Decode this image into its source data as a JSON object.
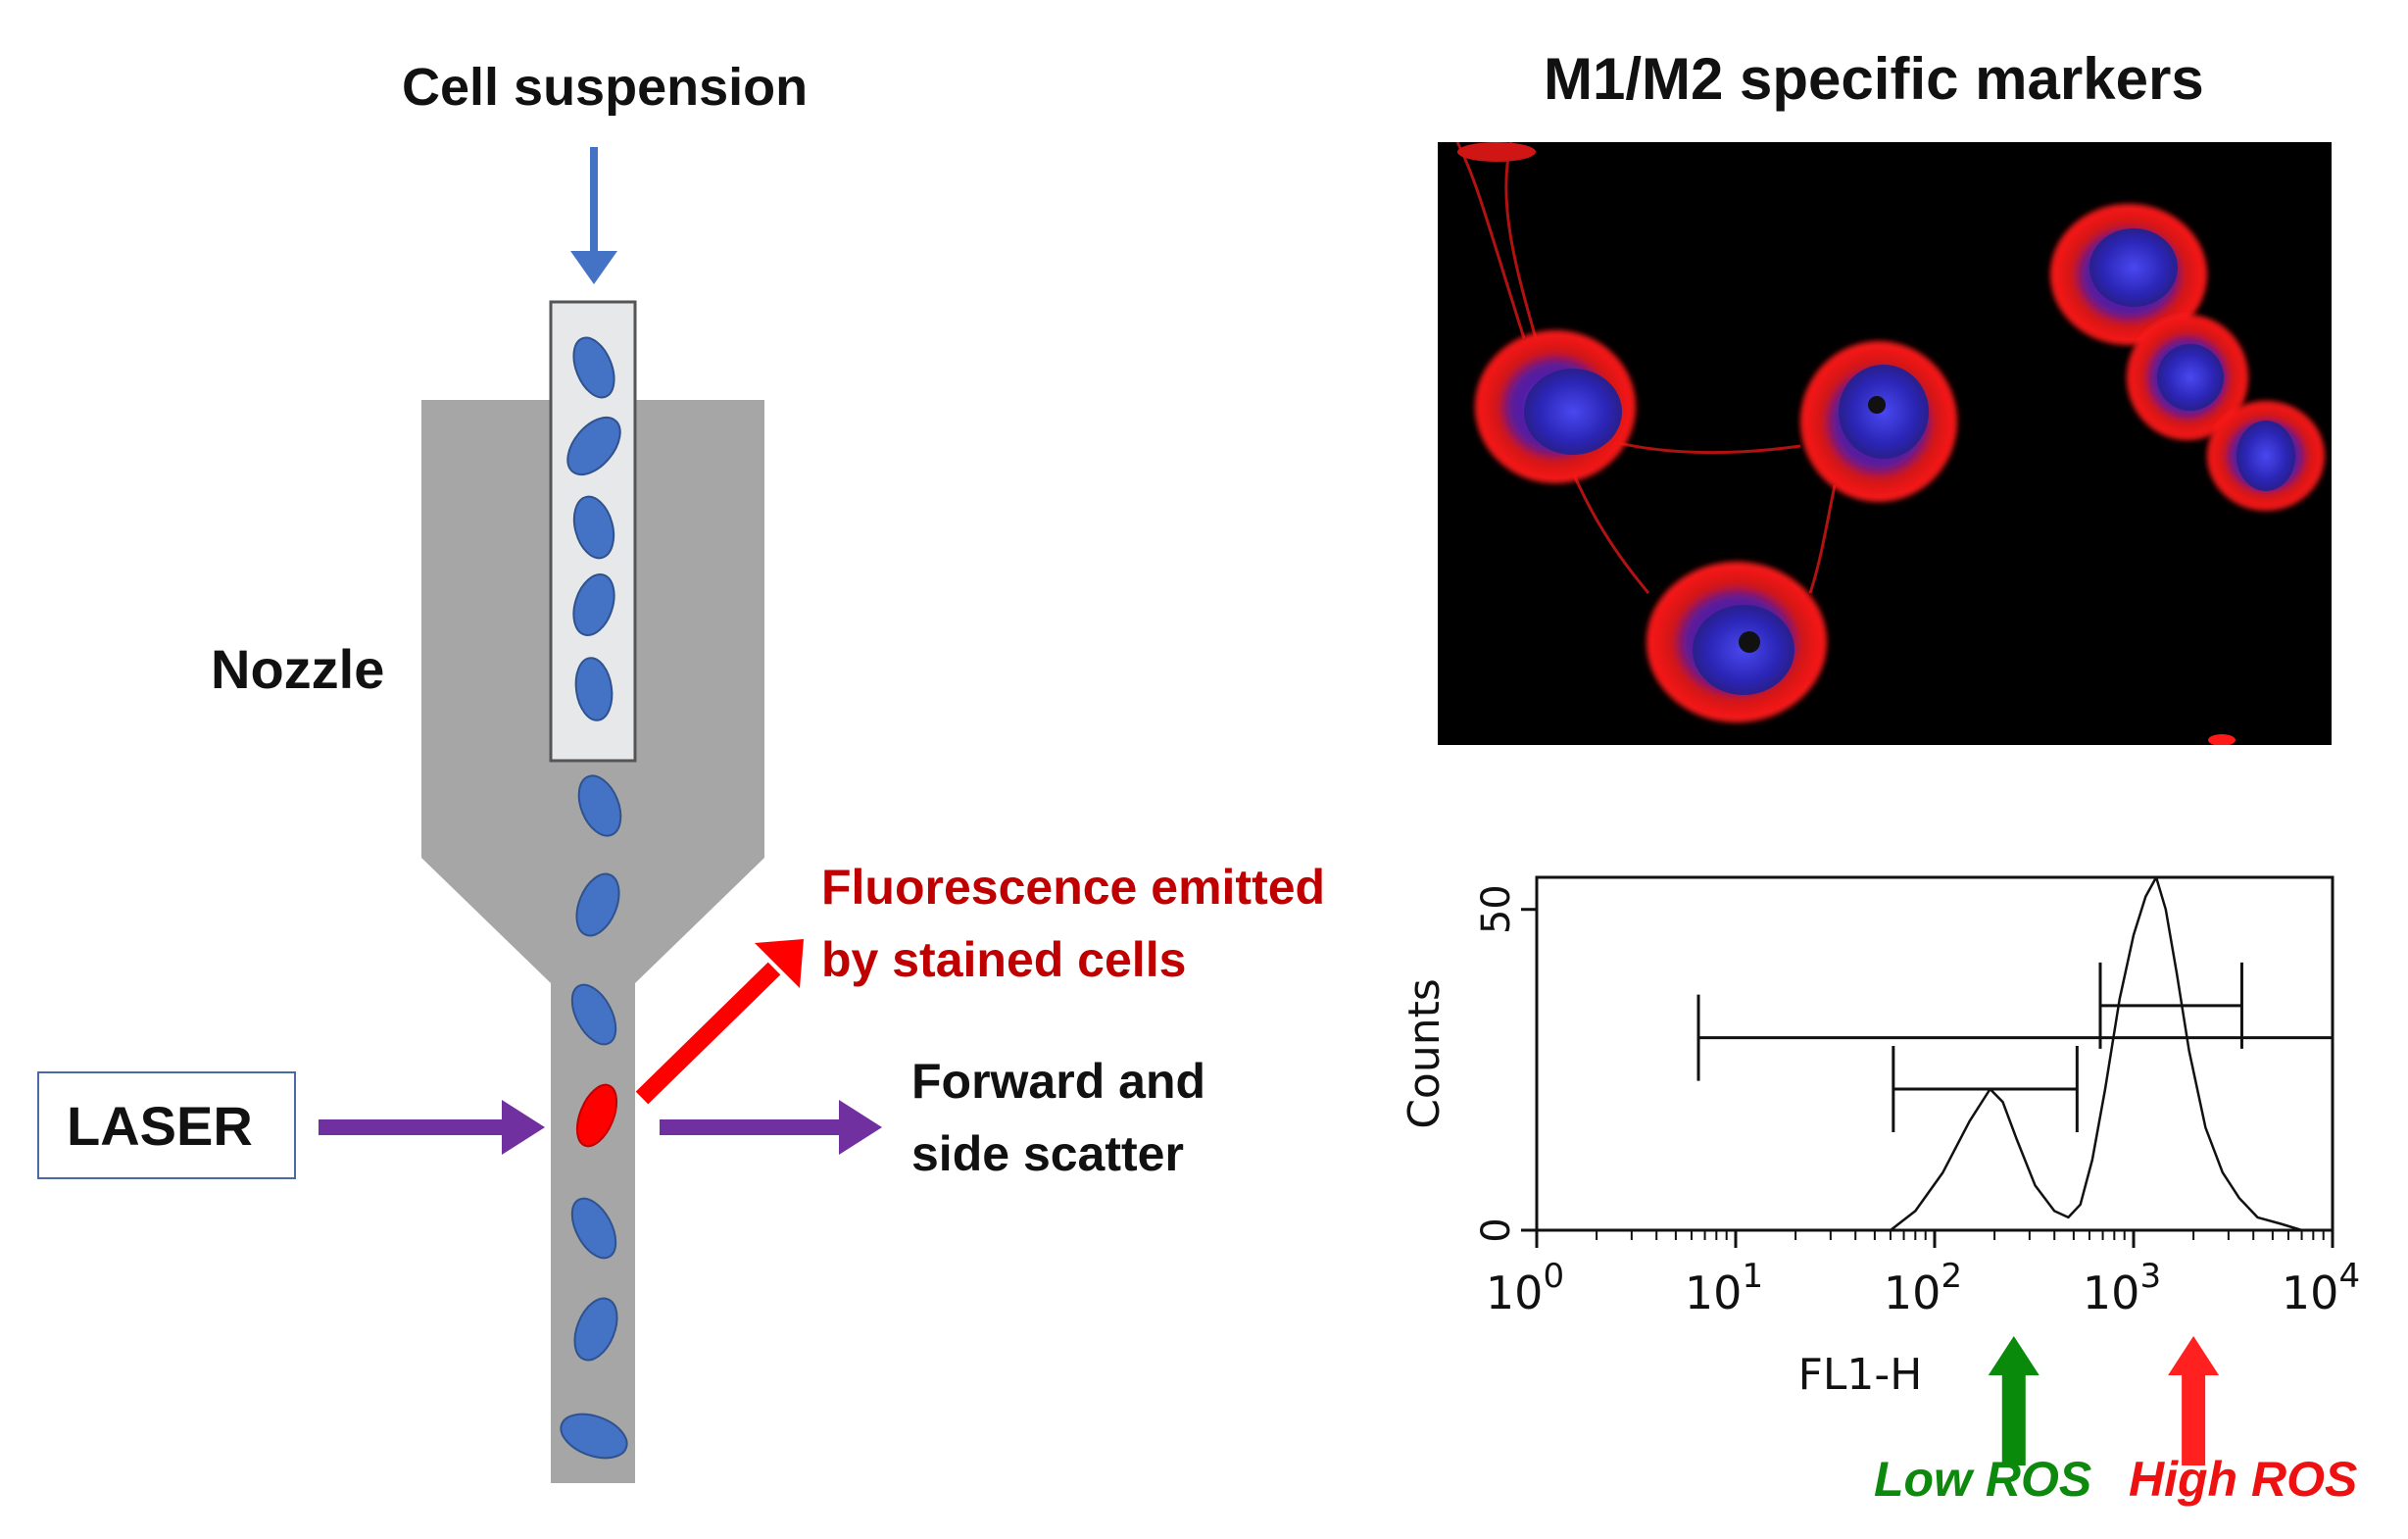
{
  "labels": {
    "cell_suspension": "Cell suspension",
    "markers_title": "M1/M2 specific markers",
    "nozzle": "Nozzle",
    "laser": "LASER",
    "fluorescence_line1": "Fluorescence emitted",
    "fluorescence_line2": "by stained cells",
    "scatter_line1": "Forward and",
    "scatter_line2": "side scatter",
    "low_ros": "Low ROS",
    "high_ros": "High ROS"
  },
  "colors": {
    "stream_gray": "#a6a6a6",
    "tube_fill": "#e6e8ea",
    "cell_blue": "#4472c4",
    "cell_red": "#ff0000",
    "laser_purple": "#7030a0",
    "fluor_arrow": "#ff0000",
    "low_arrow": "#0a8a0a",
    "high_arrow": "#ff2020",
    "micro_membrane": "#ff1a1a",
    "micro_nucleus": "#3a2fd0"
  },
  "chart_data": {
    "type": "line",
    "ylabel": "Counts",
    "xlabel": "FL1-H",
    "x_scale": "log",
    "xlim": [
      1,
      10000
    ],
    "ylim": [
      0,
      55
    ],
    "y_ticks": [
      {
        "value": 0,
        "label": "0"
      },
      {
        "value": 50,
        "label": "50"
      }
    ],
    "x_ticks": [
      {
        "value": 1,
        "base": "10",
        "exp": "0"
      },
      {
        "value": 10,
        "base": "10",
        "exp": "1"
      },
      {
        "value": 100,
        "base": "10",
        "exp": "2"
      },
      {
        "value": 1000,
        "base": "10",
        "exp": "3"
      },
      {
        "value": 10000,
        "base": "10",
        "exp": "4"
      }
    ],
    "series": [
      {
        "x": [
          60,
          80,
          110,
          150,
          190,
          220,
          260,
          320,
          400,
          470,
          540,
          620,
          720,
          850,
          1000,
          1150,
          1300,
          1450,
          1650,
          1900,
          2300,
          2800,
          3400,
          4200,
          5500,
          7000
        ],
        "y": [
          0,
          3,
          9,
          17,
          22,
          20,
          14,
          7,
          3,
          2,
          4,
          11,
          22,
          36,
          46,
          52,
          55,
          50,
          40,
          28,
          16,
          9,
          5,
          2,
          1,
          0
        ]
      }
    ],
    "gates": [
      {
        "x1": 6.5,
        "x2": 10000,
        "y": 30
      },
      {
        "x1": 62,
        "x2": 520,
        "y": 22
      },
      {
        "x1": 680,
        "x2": 3500,
        "y": 35
      }
    ]
  }
}
